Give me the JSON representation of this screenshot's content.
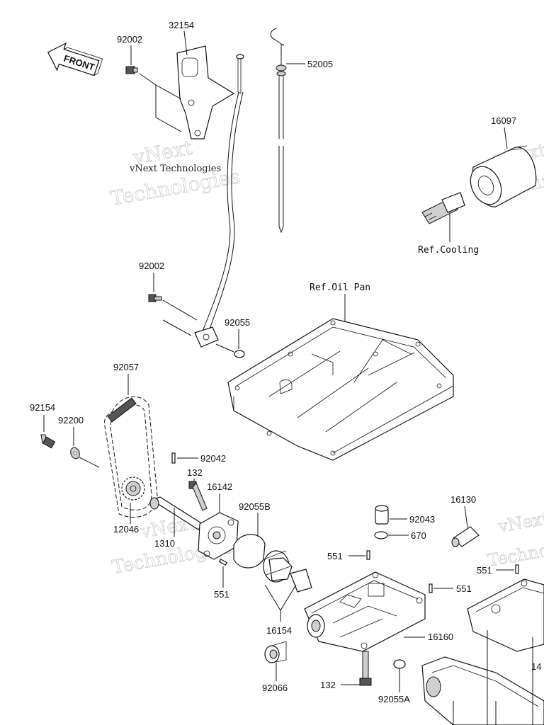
{
  "diagram": {
    "front_label": "FRONT",
    "watermark": {
      "line1": "vNext",
      "line2": "Technologies",
      "caption": "vNext Technologies"
    },
    "callouts": {
      "c32154": "32154",
      "c92002_top": "92002",
      "c52005": "52005",
      "c16097": "16097",
      "ref_cooling": "Ref.Cooling",
      "c92002_mid": "92002",
      "ref_oil_pan": "Ref.Oil Pan",
      "c92055": "92055",
      "c92057": "92057",
      "c92154": "92154",
      "c92200": "92200",
      "c92042": "92042",
      "c132_top": "132",
      "c16142": "16142",
      "c92055B": "92055B",
      "c12046": "12046",
      "c1310": "1310",
      "c551_left": "551",
      "c16154": "16154",
      "c92066": "92066",
      "c16130": "16130",
      "c92043": "92043",
      "c670": "670",
      "c551_a": "551",
      "c551_b": "551",
      "c16160": "16160",
      "c132_bottom": "132",
      "c92055A": "92055A",
      "c551_right": "551",
      "c14_partial": "14"
    }
  }
}
